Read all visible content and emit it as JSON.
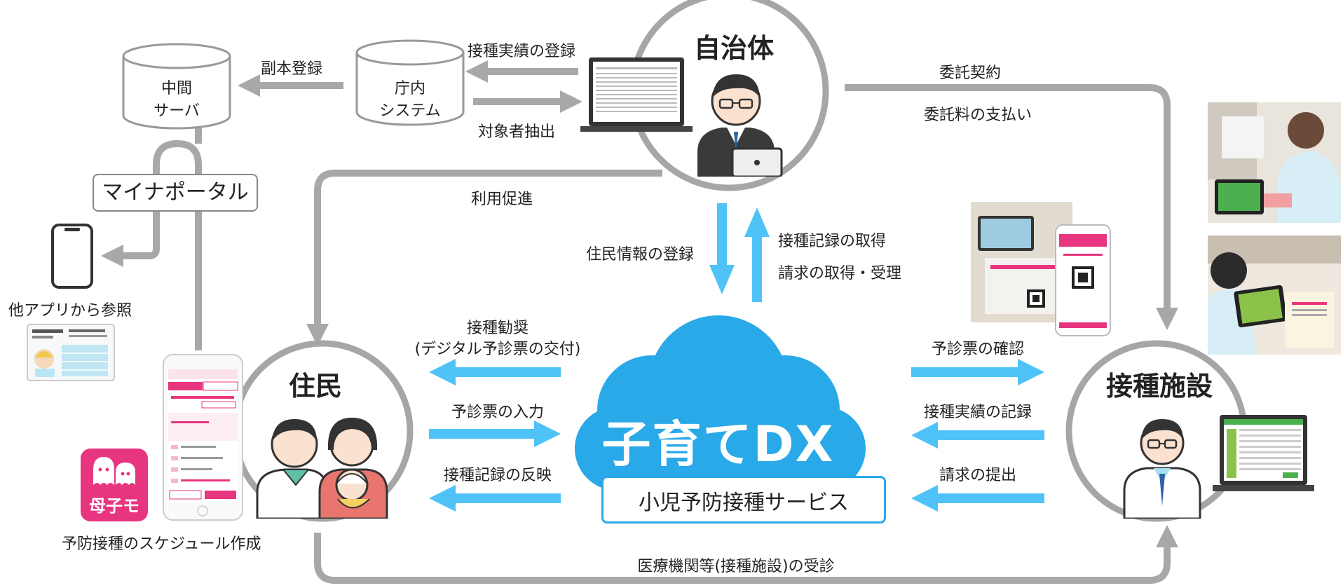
{
  "nodes": {
    "municipality": "自治体",
    "resident": "住民",
    "facility": "接種施設",
    "central_title": "子育てDX",
    "central_subtitle": "小児予防接種サービス",
    "intermediate_server_line1": "中間",
    "intermediate_server_line2": "サーバ",
    "internal_system_line1": "庁内",
    "internal_system_line2": "システム",
    "myna_portal": "マイナポータル",
    "app_name": "母子モ"
  },
  "labels": {
    "duplicate_registration": "副本登録",
    "vaccination_record_registration": "接種実績の登録",
    "target_extraction": "対象者抽出",
    "usage_promotion": "利用促進",
    "consignment_contract": "委託契約",
    "consignment_fee_payment": "委託料の支払い",
    "resident_info_registration": "住民情報の登録",
    "vaccination_record_acquisition": "接種記録の取得",
    "billing_acquisition": "請求の取得・受理",
    "vaccination_encouragement": "接種勧奨",
    "digital_questionnaire": "(デジタル予診票の交付)",
    "questionnaire_input": "予診票の入力",
    "vaccination_record_reflection": "接種記録の反映",
    "questionnaire_check": "予診票の確認",
    "vaccination_record_recording": "接種実績の記録",
    "billing_submission": "請求の提出",
    "reference_from_other_apps": "他アプリから参照",
    "schedule_creation": "予防接種のスケジュール作成",
    "medical_visit": "医療機関等(接種施設)の受診"
  },
  "colors": {
    "gray_arrow": "#a8a8a8",
    "blue_arrow": "#4fc3f7",
    "cloud": "#29a9e8",
    "app_pink": "#e8357f",
    "circle_border": "#a6a6a6"
  }
}
